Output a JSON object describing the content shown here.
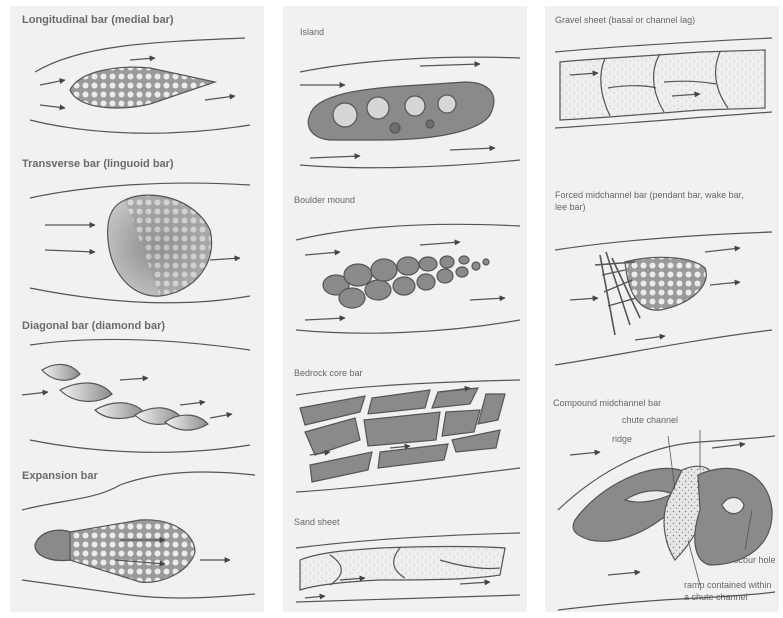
{
  "colors": {
    "background": "#ffffff",
    "panel": "#f1f1f1",
    "line": "#555555",
    "fill_dark": "#8a8a8a",
    "fill_light": "#d6d6d6",
    "text": "#6b6b6b"
  },
  "column1": {
    "longitudinal": "Longitudinal bar (medial bar)",
    "transverse": "Transverse bar (linguoid bar)",
    "diagonal": "Diagonal bar (diamond bar)",
    "expansion": "Expansion bar"
  },
  "column2": {
    "island": "Island",
    "boulder": "Boulder mound",
    "bedrock": "Bedrock core bar",
    "sand": "Sand sheet"
  },
  "column3": {
    "gravel": "Gravel sheet (basal or channel lag)",
    "forced_l1": "Forced midchannel bar (pendant bar, wake bar,",
    "forced_l2": "lee bar)",
    "compound": "Compound midchannel bar",
    "chute_channel": "chute channel",
    "ridge": "ridge",
    "scour_hole": "scour hole",
    "ramp_l1": "ramp contained within",
    "ramp_l2": "a chute channel"
  }
}
